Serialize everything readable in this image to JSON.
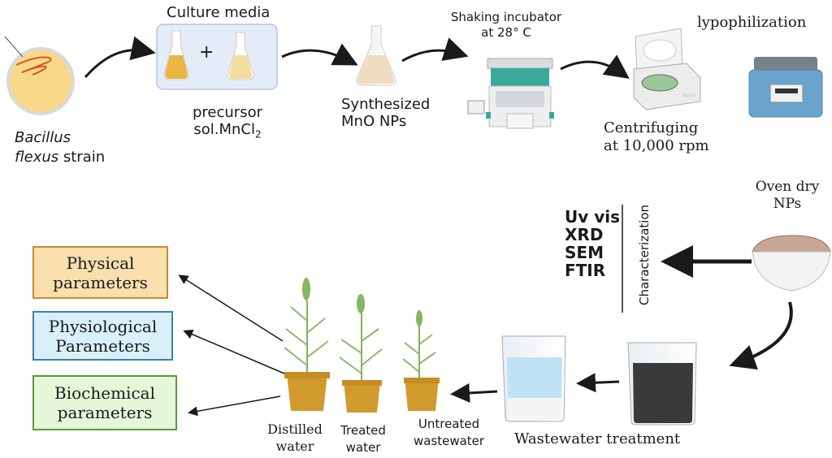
{
  "steps": {
    "bacillus": {
      "line1": "Bacillus",
      "line2_italic": "flexus",
      "line2_rest": " strain"
    },
    "culture_media": {
      "title": "Culture media",
      "plus": "+",
      "caption_line1": "precursor",
      "caption_line2": "sol.MnCl",
      "caption_sub": "2"
    },
    "synthesized": {
      "line1": "Synthesized",
      "line2": "MnO NPs"
    },
    "shaking_incubator": {
      "line1": "Shaking incubator",
      "line2": "at 28° C"
    },
    "centrifuging": {
      "line1": "Centrifuging",
      "line2": "at 10,000 rpm"
    },
    "lyophilization": {
      "title": "lypophilization"
    },
    "oven_dry": {
      "line1": "Oven dry",
      "line2": "NPs"
    },
    "characterization": {
      "label": "Characterization",
      "methods": [
        "Uv vis",
        "XRD",
        "SEM",
        "FTIR"
      ]
    },
    "wastewater_treatment": {
      "label": "Wastewater treatment"
    }
  },
  "plants": [
    {
      "line1": "Distilled",
      "line2": "water"
    },
    {
      "line1": "Treated",
      "line2": "water"
    },
    {
      "line1": "Untreated",
      "line2": "wastewater"
    }
  ],
  "parameter_boxes": [
    {
      "line1": "Physical",
      "line2": "parameters",
      "fill": "#f8dfad",
      "border": "#c9892d"
    },
    {
      "line1": "Physiological",
      "line2": "Parameters",
      "fill": "#d9f0fb",
      "border": "#3d7fa6"
    },
    {
      "line1": "Biochemical",
      "line2": "parameters",
      "fill": "#e6f6d9",
      "border": "#5a9a3c"
    }
  ],
  "colors": {
    "arrow": "#1a1a1a",
    "pot": "#d19a2c",
    "plant": "#7cb35a",
    "dark_liquid": "#3a3a3a",
    "clear_liquid": "#bfe3f5"
  }
}
